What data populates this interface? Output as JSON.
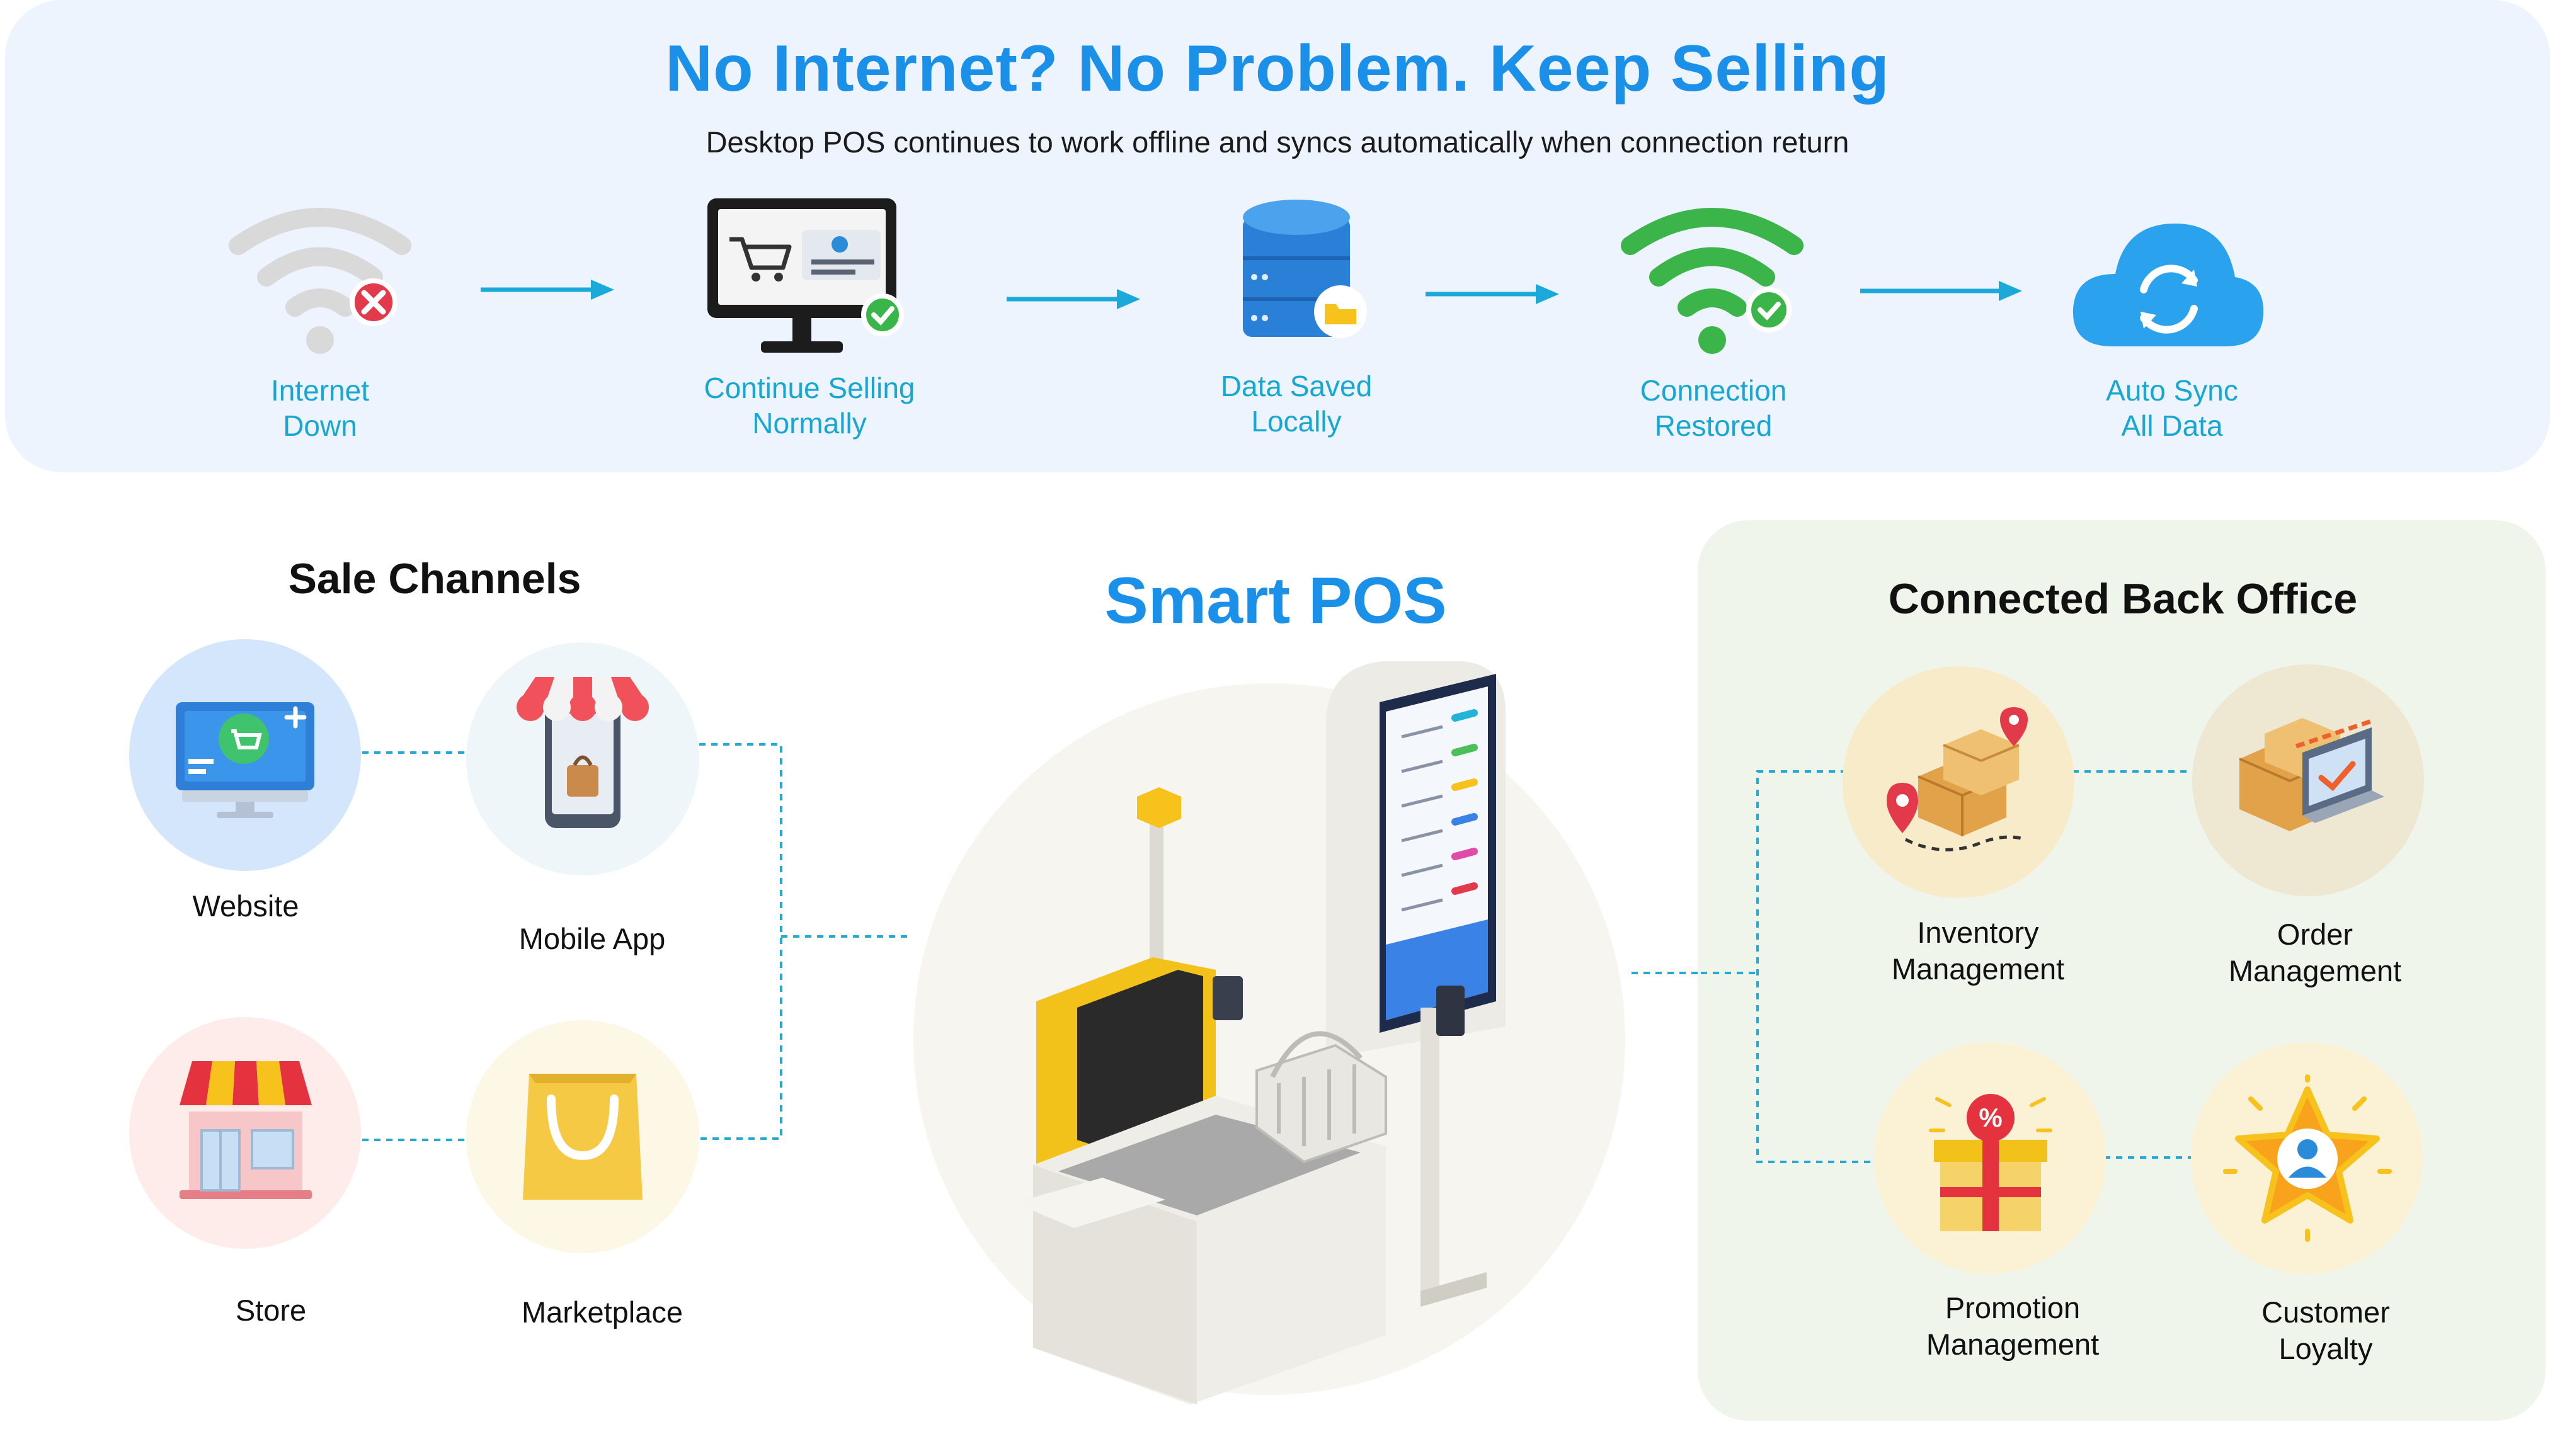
{
  "offline": {
    "title": "No Internet? No Problem. Keep Selling",
    "subtitle": "Desktop POS continues to work offline and syncs automatically when connection return",
    "steps": [
      {
        "line1": "Internet",
        "line2": "Down",
        "icon": "wifi-off-icon"
      },
      {
        "line1": "Continue Selling",
        "line2": "Normally",
        "icon": "pos-monitor-icon"
      },
      {
        "line1": "Data Saved",
        "line2": "Locally",
        "icon": "database-icon"
      },
      {
        "line1": "Connection",
        "line2": "Restored",
        "icon": "wifi-on-icon"
      },
      {
        "line1": "Auto Sync",
        "line2": "All Data",
        "icon": "cloud-sync-icon"
      }
    ]
  },
  "sale_channels": {
    "title": "Sale Channels",
    "items": [
      {
        "label": "Website",
        "icon": "website-cart-icon"
      },
      {
        "label": "Mobile App",
        "icon": "mobile-store-icon"
      },
      {
        "label": "Store",
        "icon": "storefront-icon"
      },
      {
        "label": "Marketplace",
        "icon": "shopping-bag-icon"
      }
    ]
  },
  "smart_pos": {
    "title": "Smart POS",
    "icon": "self-checkout-kiosk-icon"
  },
  "back_office": {
    "title": "Connected Back Office",
    "items": [
      {
        "line1": "Inventory",
        "line2": "Management",
        "icon": "inventory-boxes-icon"
      },
      {
        "line1": "Order",
        "line2": "Management",
        "icon": "order-laptop-icon"
      },
      {
        "line1": "Promotion",
        "line2": "Management",
        "icon": "promotion-gift-icon"
      },
      {
        "line1": "Customer",
        "line2": "Loyalty",
        "icon": "loyalty-star-icon"
      }
    ]
  },
  "colors": {
    "accent_blue": "#1a90e8",
    "step_label": "#18a7d3",
    "arrow": "#1aa9d8",
    "connector": "#24a9d6",
    "banner_bg": "#eef4fd",
    "back_office_bg": "#f0f5ec"
  }
}
